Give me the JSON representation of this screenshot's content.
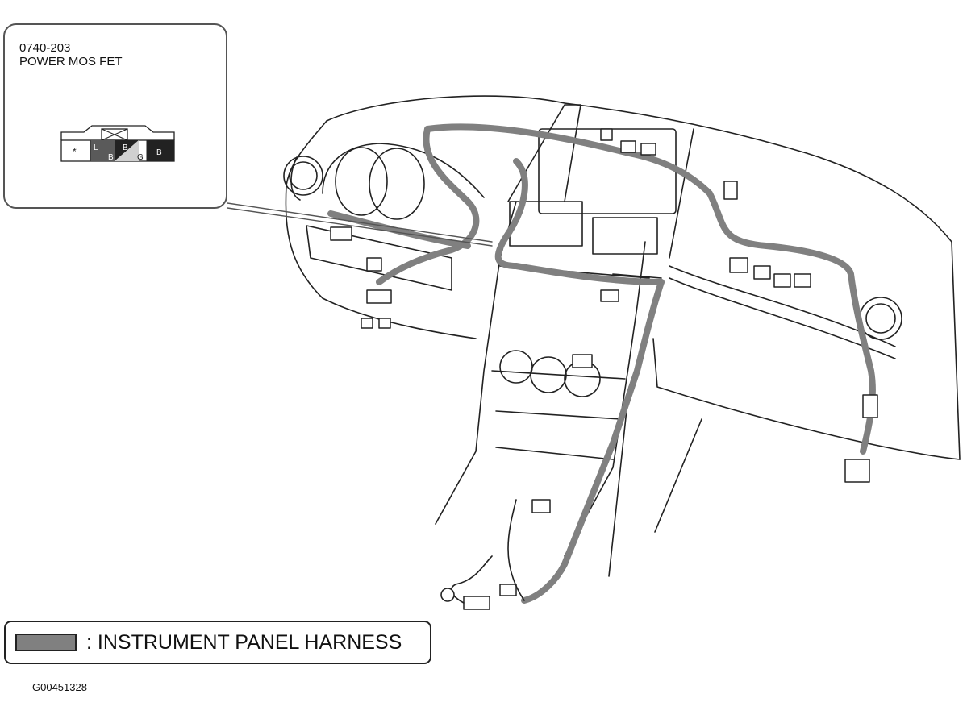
{
  "callout": {
    "code": "0740-203",
    "name": "POWER MOS FET",
    "pins": [
      "*",
      "L",
      "B",
      "B",
      "G",
      "B"
    ]
  },
  "legend": {
    "label": ": INSTRUMENT PANEL HARNESS",
    "swatch_color": "#808080"
  },
  "figure_id": "G00451328"
}
